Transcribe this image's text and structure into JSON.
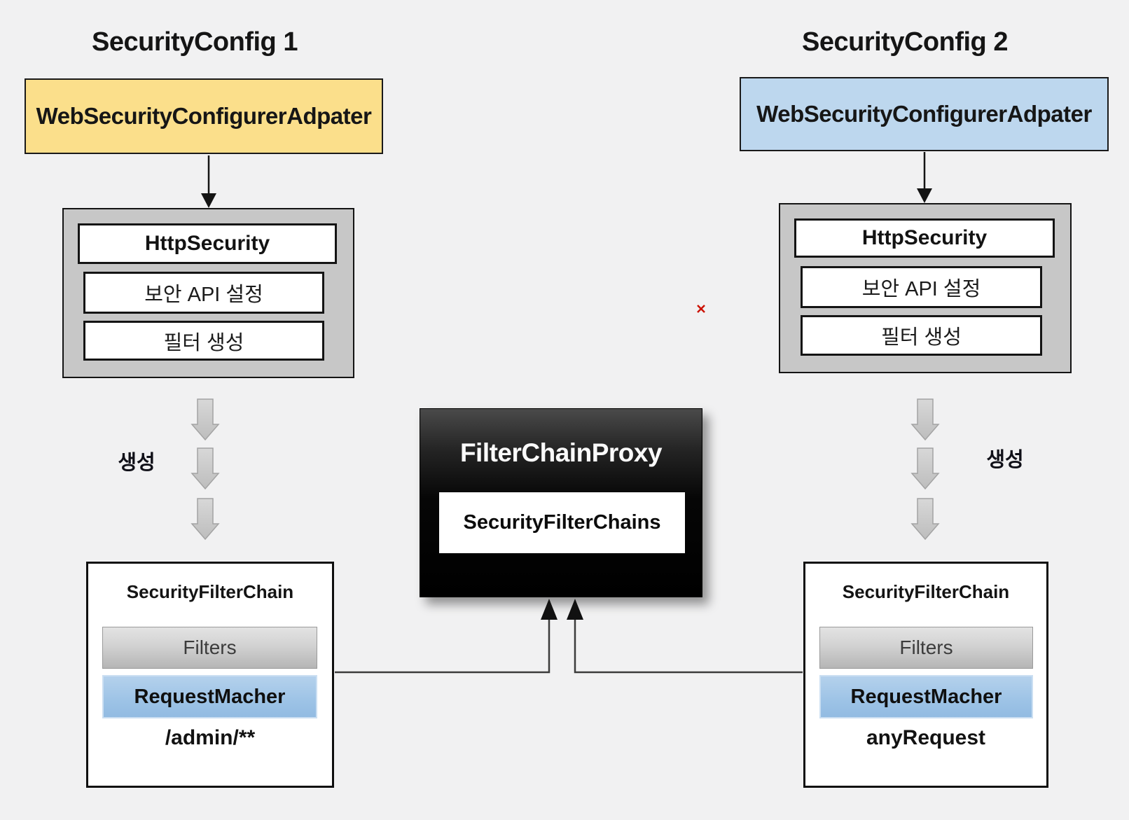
{
  "colors": {
    "background": "#F1F1F2",
    "adapter_left_fill": "#FBDF8B",
    "adapter_right_fill": "#BDD7EE",
    "container_fill": "#C7C7C7",
    "filters_fill_top": "#E3E3E3",
    "filters_fill_bottom": "#B5B5B5",
    "matcher_fill": "#9DC3E6",
    "proxy_fill": "#000000",
    "block_arrow_fill": "#C9C9C9",
    "marker": "#CC1100"
  },
  "left": {
    "title": "SecurityConfig 1",
    "adapter_label": "WebSecurityConfigurerAdpater",
    "http_security": {
      "title": "HttpSecurity",
      "row1": "보안 API 설정",
      "row2": "필터 생성"
    },
    "create_label": "생성",
    "chain": {
      "title": "SecurityFilterChain",
      "filters": "Filters",
      "matcher": "RequestMacher",
      "pattern": "/admin/**"
    }
  },
  "right": {
    "title": "SecurityConfig 2",
    "adapter_label": "WebSecurityConfigurerAdpater",
    "http_security": {
      "title": "HttpSecurity",
      "row1": "보안 API 설정",
      "row2": "필터 생성"
    },
    "create_label": "생성",
    "chain": {
      "title": "SecurityFilterChain",
      "filters": "Filters",
      "matcher": "RequestMacher",
      "pattern": "anyRequest"
    }
  },
  "proxy": {
    "title": "FilterChainProxy",
    "inner_label": "SecurityFilterChains"
  }
}
